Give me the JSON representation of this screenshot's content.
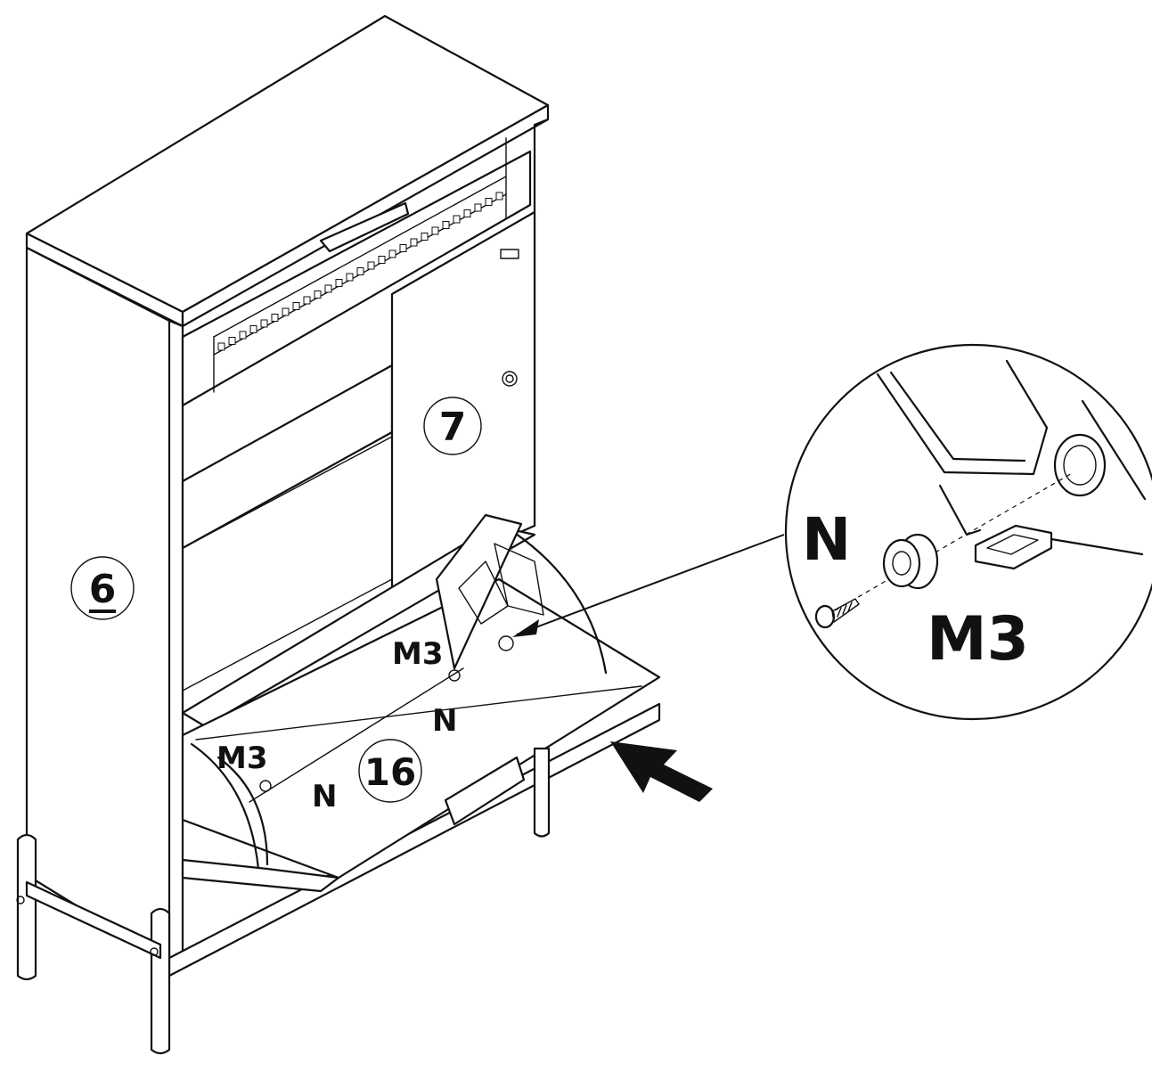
{
  "parts": {
    "side_panel": "6",
    "door_panel": "7",
    "flap": "16"
  },
  "hardware": {
    "stopper_code": "M3",
    "screw_code": "N"
  },
  "detail": {
    "screw_label": "N",
    "stopper_label": "M3"
  },
  "colors": {
    "line": "#111111",
    "background": "#ffffff"
  },
  "icons": [
    "push-arrow-icon",
    "leader-arrow-icon",
    "screw-icon",
    "stopper-icon"
  ]
}
